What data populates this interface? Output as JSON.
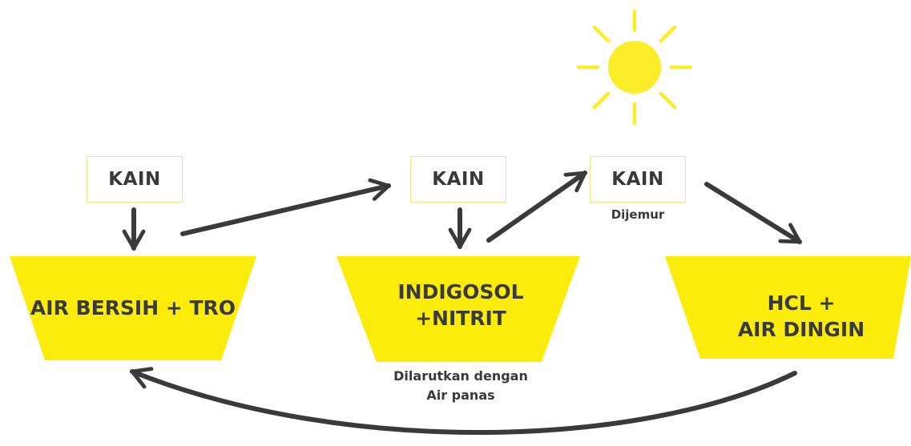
{
  "stages": [
    {
      "box_label": "KAIN",
      "tub_label": "AIR BERSIH + TRO"
    },
    {
      "box_label": "KAIN",
      "tub_label_line1": "INDIGOSOL",
      "tub_label_line2": "+NITRIT",
      "note_line1": "Dilarutkan dengan",
      "note_line2": "Air panas"
    },
    {
      "box_label": "KAIN",
      "note": "Dijemur"
    },
    {
      "tub_label_line1": "HCL +",
      "tub_label_line2": "AIR DINGIN"
    }
  ],
  "colors": {
    "tub_fill": "#fcec0a",
    "box_border": "#f3e57a",
    "arrow": "#3a3a3a",
    "sun": "#fced2a",
    "text": "#3a3a3a"
  },
  "icons": {
    "sun": "sun-icon"
  }
}
